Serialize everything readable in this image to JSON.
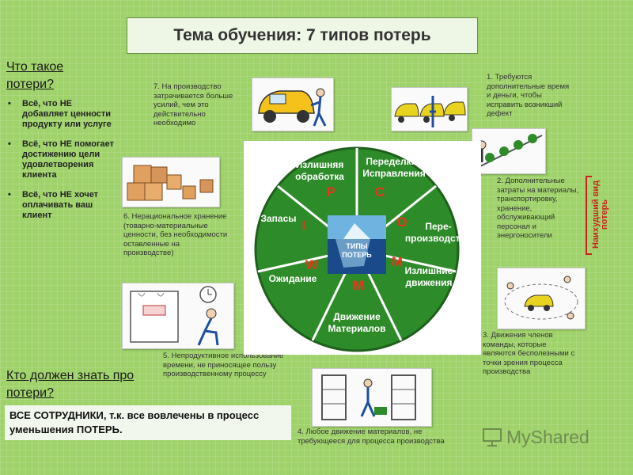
{
  "title": "Тема обучения: 7 типов потерь",
  "what_heading": "Что такое потери?",
  "bullets": [
    "Всё, что НЕ добавляет ценности продукту или услуге",
    "Всё, что НЕ помогает достижению цели удовлетворения клиента",
    "Всё, что НЕ хочет оплачивать ваш клиент"
  ],
  "who_heading": "Кто должен знать про потери?",
  "who_answer": "ВСЕ СОТРУДНИКИ, т.к. все вовлечены в процесс уменьшения ПОТЕРЬ.",
  "notes": {
    "n1": "1. Требуются дополнительные время и деньги, чтобы исправить возникший дефект",
    "n2": "2. Дополнительные затраты на материалы, транспортировку, хранение, обслуживающий персонал и энергоносители",
    "n3": "3. Движения членов команды, которые являются бесполезными с точки зрения процесса производства",
    "n4": "4. Любое движение материалов, не требующееся для процесса производства",
    "n5": "5. Непродуктивное использование времени, не приносящее пользу производственному процессу",
    "n6": "6. Нерациональное хранение (товарно-материальные ценности, без необходимости оставленные на производстве)",
    "n7": "7. На производство затрачивается больше усилий, чем это действительно необходимо"
  },
  "worst_label": "Наихудший вид потерь",
  "wheel": {
    "center_label": "ТИПЫ ПОТЕРЬ",
    "segments": {
      "overprocessing": "Излишняя обработка",
      "rework": "Переделки / Исправления",
      "overproduction": "Пере- производство",
      "motion": "Излишние движения",
      "transport": "Движение Материалов",
      "waiting": "Ожидание",
      "inventory": "Запасы"
    },
    "letters": {
      "p": "Р",
      "c": "С",
      "o": "О",
      "m1": "М",
      "m2": "М",
      "w": "W",
      "i": "I"
    }
  },
  "watermark": "MyShared",
  "colors": {
    "background": "#9fd26a",
    "wheel_green": "#2e8b2a",
    "wheel_border": "#1f5f1c",
    "letter_red": "#e8361a",
    "worst_red": "#d21e1e"
  }
}
